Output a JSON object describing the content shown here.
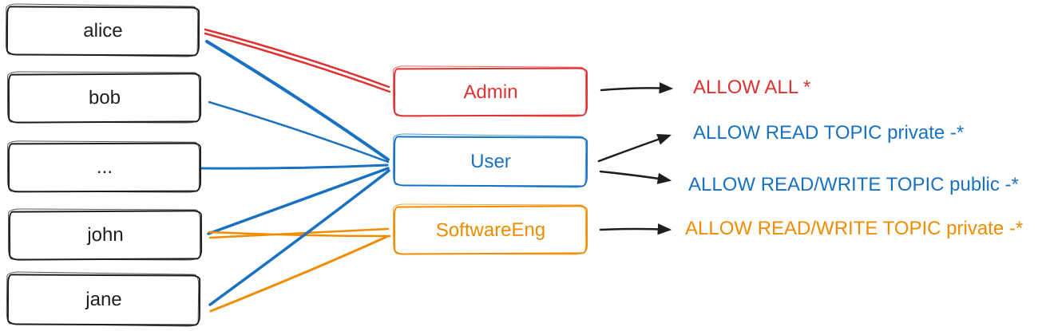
{
  "diagram": {
    "users": [
      {
        "label": "alice"
      },
      {
        "label": "bob"
      },
      {
        "label": "..."
      },
      {
        "label": "john"
      },
      {
        "label": "jane"
      }
    ],
    "roles": [
      {
        "label": "Admin",
        "color": "#e03131"
      },
      {
        "label": "User",
        "color": "#1971c2"
      },
      {
        "label": "SoftwareEng",
        "color": "#f08c00"
      }
    ],
    "permissions": [
      {
        "label": "ALLOW ALL *",
        "color": "#e03131"
      },
      {
        "label": "ALLOW READ TOPIC private -*",
        "color": "#1971c2"
      },
      {
        "label": "ALLOW READ/WRITE TOPIC public -*",
        "color": "#1971c2"
      },
      {
        "label": "ALLOW READ/WRITE TOPIC private -*",
        "color": "#f08c00"
      }
    ],
    "memberships": [
      {
        "user": "alice",
        "role": "Admin",
        "color": "#e03131"
      },
      {
        "user": "alice",
        "role": "User",
        "color": "#1971c2"
      },
      {
        "user": "bob",
        "role": "User",
        "color": "#1971c2"
      },
      {
        "user": "...",
        "role": "User",
        "color": "#1971c2"
      },
      {
        "user": "john",
        "role": "User",
        "color": "#1971c2"
      },
      {
        "user": "john",
        "role": "SoftwareEng",
        "color": "#f08c00"
      },
      {
        "user": "jane",
        "role": "User",
        "color": "#1971c2"
      },
      {
        "user": "jane",
        "role": "SoftwareEng",
        "color": "#f08c00"
      }
    ],
    "grants": [
      {
        "role": "Admin",
        "permission": "ALLOW ALL *"
      },
      {
        "role": "User",
        "permission": "ALLOW READ TOPIC private -*"
      },
      {
        "role": "User",
        "permission": "ALLOW READ/WRITE TOPIC public -*"
      },
      {
        "role": "SoftwareEng",
        "permission": "ALLOW READ/WRITE TOPIC private -*"
      }
    ],
    "colors": {
      "red": "#e03131",
      "blue": "#1971c2",
      "orange": "#f08c00",
      "black": "#1e1e1e"
    }
  }
}
